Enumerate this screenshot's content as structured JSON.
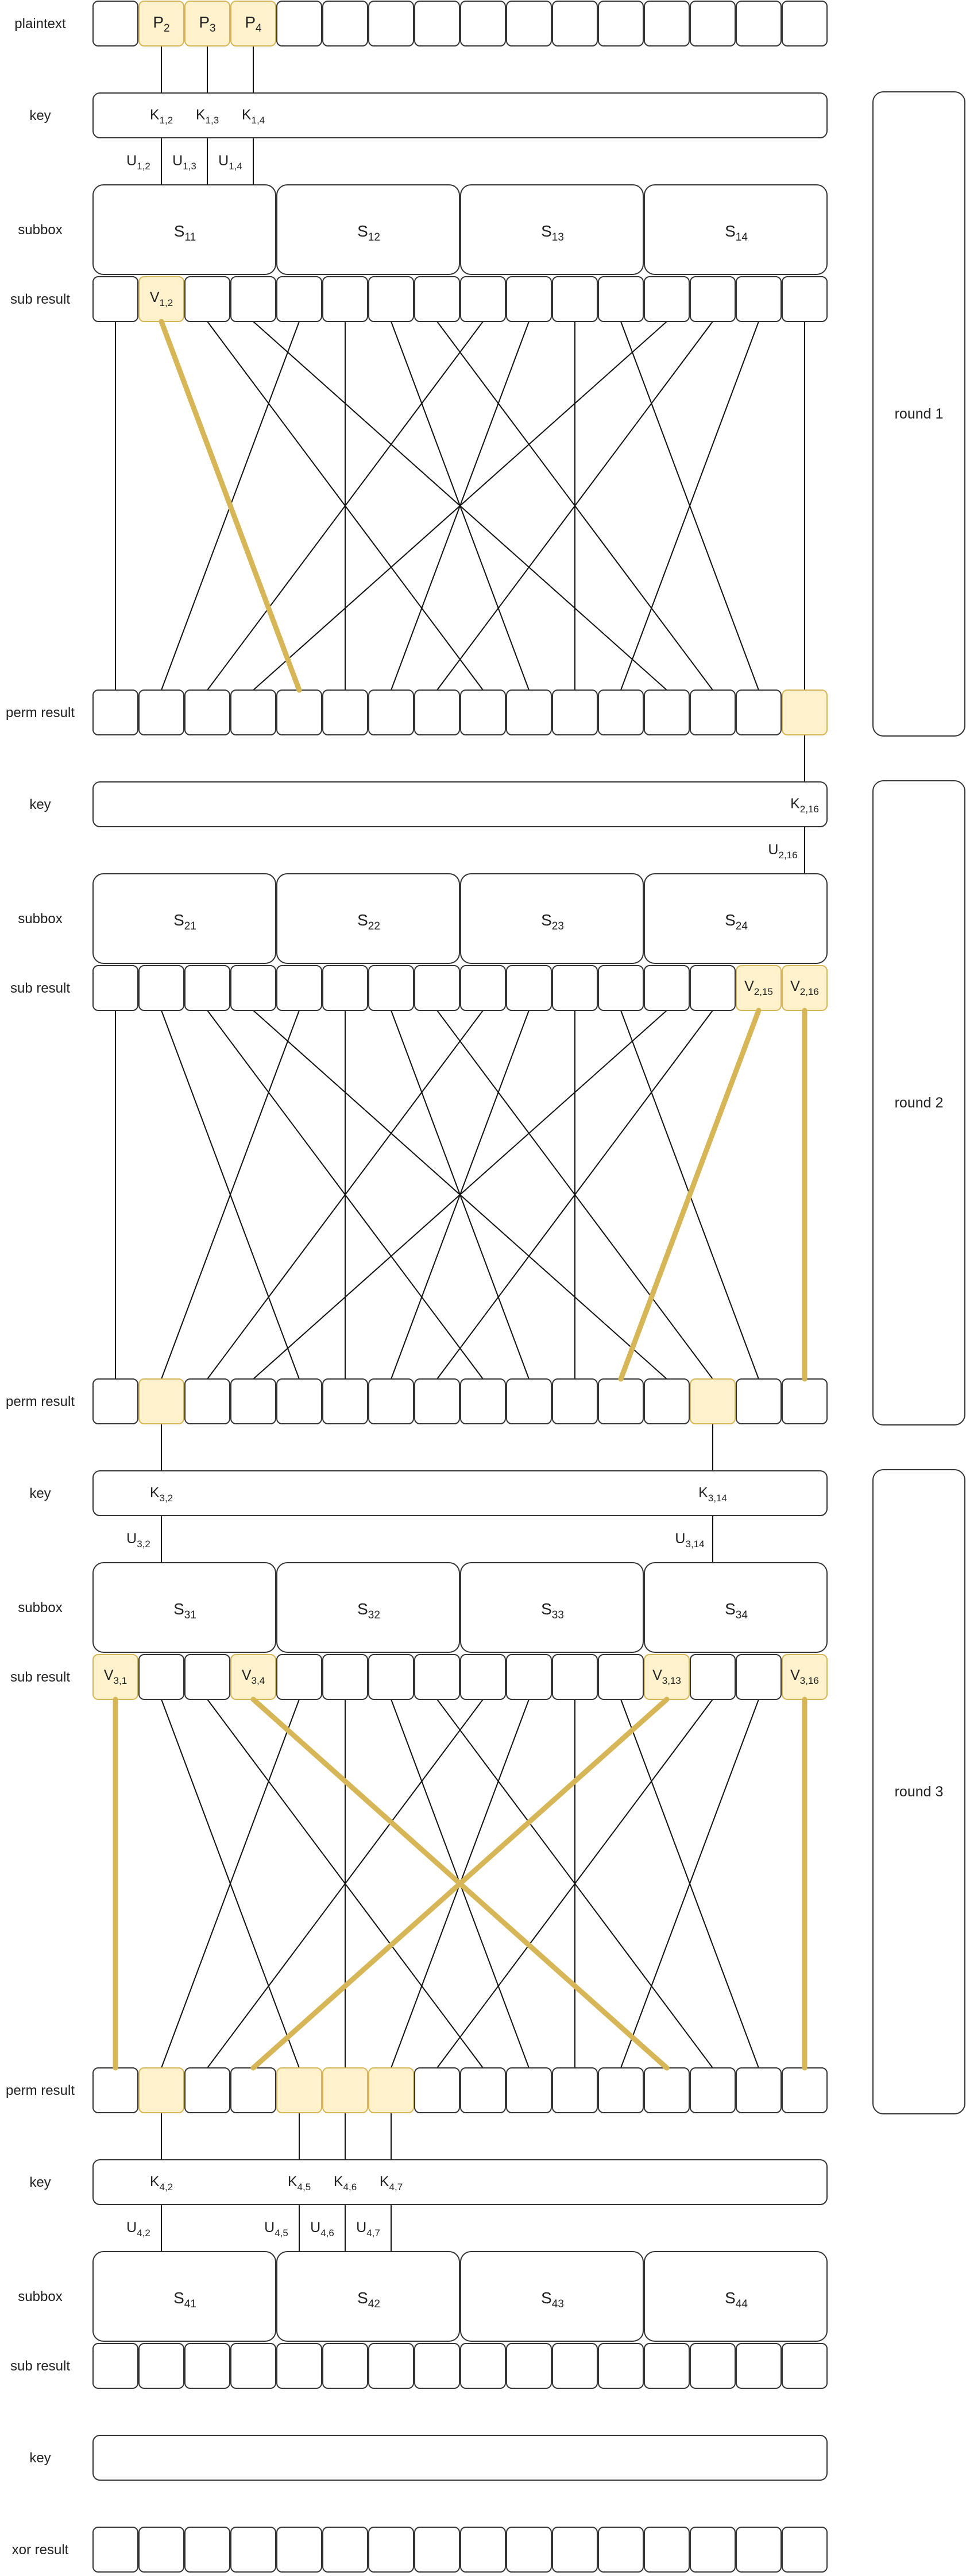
{
  "row_labels": {
    "plaintext": "plaintext",
    "key": "key",
    "subbox": "subbox",
    "sub_result": "sub result",
    "perm_result": "perm result",
    "xor_result": "xor result"
  },
  "rounds": [
    "round 1",
    "round 2",
    "round 3"
  ],
  "colors": {
    "highlight_fill": "#fff2cc",
    "highlight_stroke": "#d6b656",
    "line": "#111111"
  },
  "permutation": [
    1,
    5,
    9,
    13,
    2,
    6,
    10,
    14,
    3,
    7,
    11,
    15,
    4,
    8,
    12,
    16
  ],
  "plaintext": {
    "highlight": [
      2,
      3,
      4
    ],
    "cell_labels": [
      {
        "pos": 2,
        "base": "P",
        "sub": "2"
      },
      {
        "pos": 3,
        "base": "P",
        "sub": "3"
      },
      {
        "pos": 4,
        "base": "P",
        "sub": "4"
      }
    ]
  },
  "layers": [
    {
      "round": 1,
      "key_labels": [
        {
          "pos": 2,
          "base": "K",
          "sub": "1,2"
        },
        {
          "pos": 3,
          "base": "K",
          "sub": "1,3"
        },
        {
          "pos": 4,
          "base": "K",
          "sub": "1,4"
        }
      ],
      "u_labels": [
        {
          "pos": 2,
          "base": "U",
          "sub": "1,2"
        },
        {
          "pos": 3,
          "base": "U",
          "sub": "1,3"
        },
        {
          "pos": 4,
          "base": "U",
          "sub": "1,4"
        }
      ],
      "sboxes": [
        {
          "base": "S",
          "sub": "11"
        },
        {
          "base": "S",
          "sub": "12"
        },
        {
          "base": "S",
          "sub": "13"
        },
        {
          "base": "S",
          "sub": "14"
        }
      ],
      "sub_highlight": [
        2
      ],
      "sub_labels": [
        {
          "pos": 2,
          "base": "V",
          "sub": "1,2"
        }
      ],
      "perm_highlight": [
        16
      ],
      "perm_labels": []
    },
    {
      "round": 2,
      "key_labels": [
        {
          "pos": 16,
          "base": "K",
          "sub": "2,16"
        }
      ],
      "u_labels": [
        {
          "pos": 16,
          "base": "U",
          "sub": "2,16"
        }
      ],
      "sboxes": [
        {
          "base": "S",
          "sub": "21"
        },
        {
          "base": "S",
          "sub": "22"
        },
        {
          "base": "S",
          "sub": "23"
        },
        {
          "base": "S",
          "sub": "24"
        }
      ],
      "sub_highlight": [
        15,
        16
      ],
      "sub_labels": [
        {
          "pos": 15,
          "base": "V",
          "sub": "2,15"
        },
        {
          "pos": 16,
          "base": "V",
          "sub": "2,16"
        }
      ],
      "perm_highlight": [
        2,
        14
      ],
      "perm_labels": []
    },
    {
      "round": 3,
      "key_labels": [
        {
          "pos": 2,
          "base": "K",
          "sub": "3,2"
        },
        {
          "pos": 14,
          "base": "K",
          "sub": "3,14"
        }
      ],
      "u_labels": [
        {
          "pos": 2,
          "base": "U",
          "sub": "3,2"
        },
        {
          "pos": 14,
          "base": "U",
          "sub": "3,14"
        }
      ],
      "sboxes": [
        {
          "base": "S",
          "sub": "31"
        },
        {
          "base": "S",
          "sub": "32"
        },
        {
          "base": "S",
          "sub": "33"
        },
        {
          "base": "S",
          "sub": "34"
        }
      ],
      "sub_highlight": [
        1,
        4,
        13,
        16
      ],
      "sub_labels": [
        {
          "pos": 1,
          "base": "V",
          "sub": "3,1"
        },
        {
          "pos": 4,
          "base": "V",
          "sub": "3,4"
        },
        {
          "pos": 13,
          "base": "V",
          "sub": "3,13"
        },
        {
          "pos": 16,
          "base": "V",
          "sub": "3,16"
        }
      ],
      "perm_highlight": [
        2,
        5,
        6,
        7
      ],
      "perm_labels": []
    },
    {
      "round": 4,
      "key_labels": [
        {
          "pos": 2,
          "base": "K",
          "sub": "4,2"
        },
        {
          "pos": 5,
          "base": "K",
          "sub": "4,5"
        },
        {
          "pos": 6,
          "base": "K",
          "sub": "4,6"
        },
        {
          "pos": 7,
          "base": "K",
          "sub": "4,7"
        }
      ],
      "u_labels": [
        {
          "pos": 2,
          "base": "U",
          "sub": "4,2"
        },
        {
          "pos": 5,
          "base": "U",
          "sub": "4,5"
        },
        {
          "pos": 6,
          "base": "U",
          "sub": "4,6"
        },
        {
          "pos": 7,
          "base": "U",
          "sub": "4,7"
        }
      ],
      "sboxes": [
        {
          "base": "S",
          "sub": "41"
        },
        {
          "base": "S",
          "sub": "42"
        },
        {
          "base": "S",
          "sub": "43"
        },
        {
          "base": "S",
          "sub": "44"
        }
      ],
      "sub_highlight": [],
      "sub_labels": []
    }
  ]
}
